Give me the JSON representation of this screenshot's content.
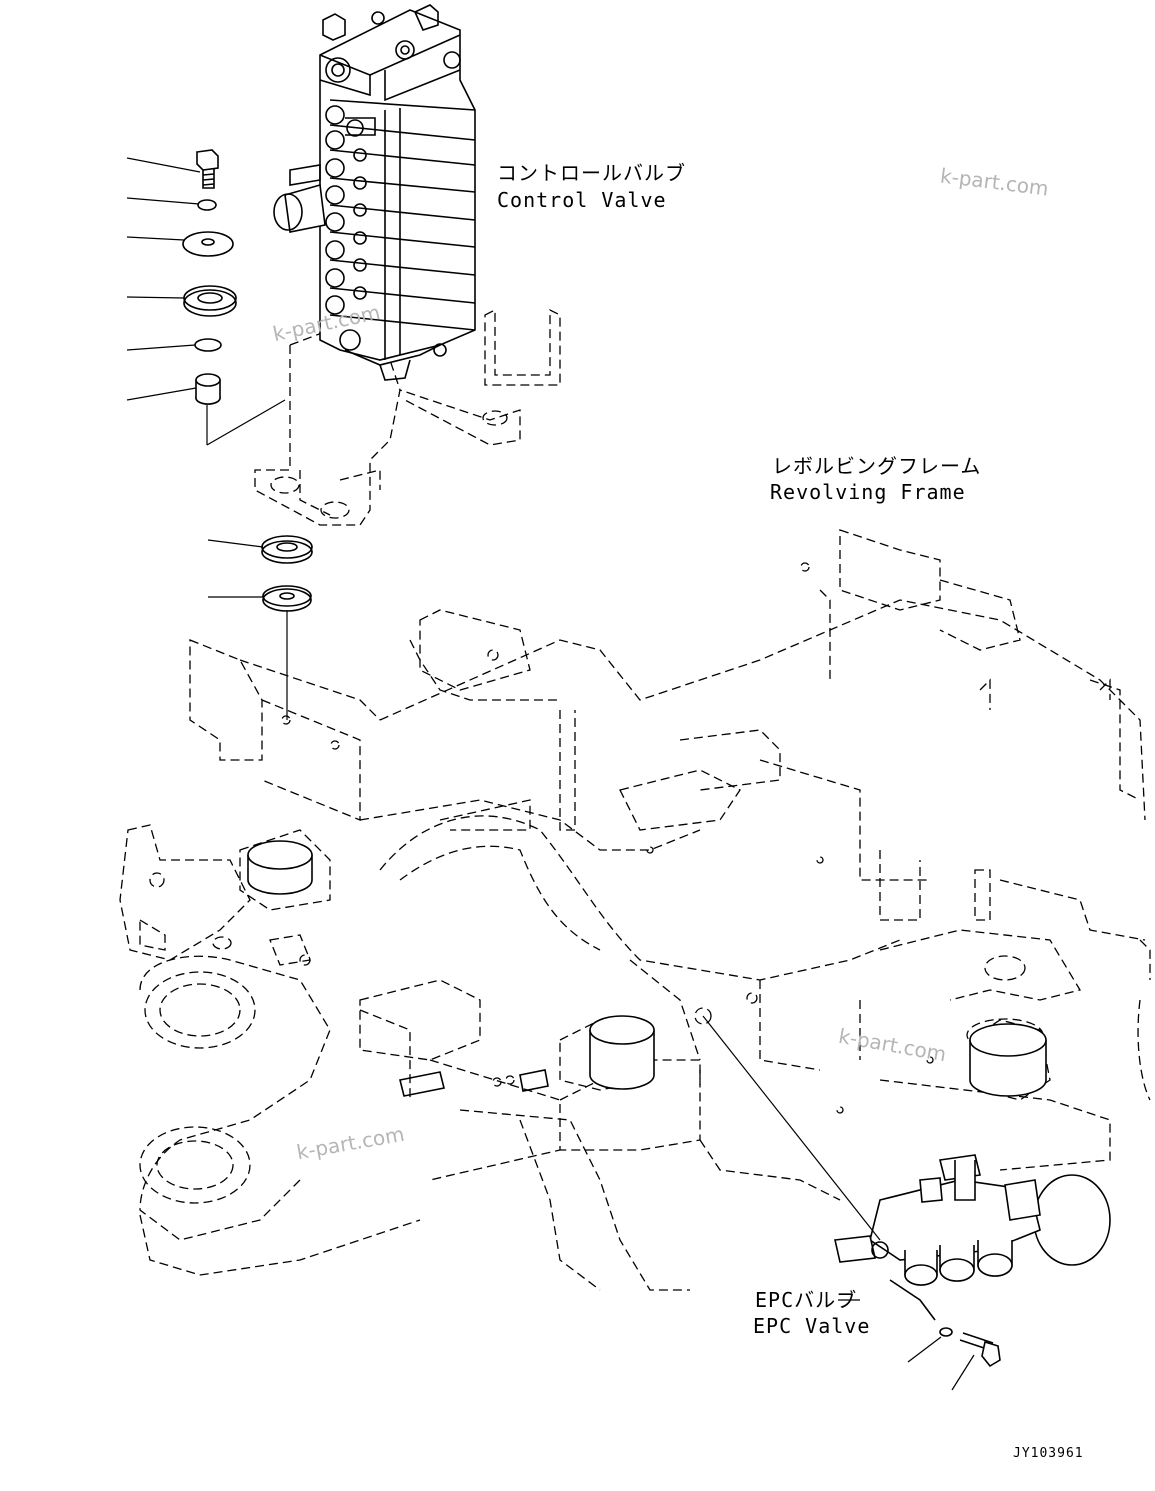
{
  "labels": {
    "control_valve_jp": "コントロールバルブ",
    "control_valve_en": "Control Valve",
    "revolving_frame_jp": "レボルビングフレーム",
    "revolving_frame_en": "Revolving Frame",
    "epc_valve_jp": "EPCバルブ",
    "epc_valve_en": "EPC Valve"
  },
  "watermarks": [
    "k-part.com",
    "k-part.com",
    "k-part.com",
    "k-part.com"
  ],
  "drawing_number": "JY103961"
}
